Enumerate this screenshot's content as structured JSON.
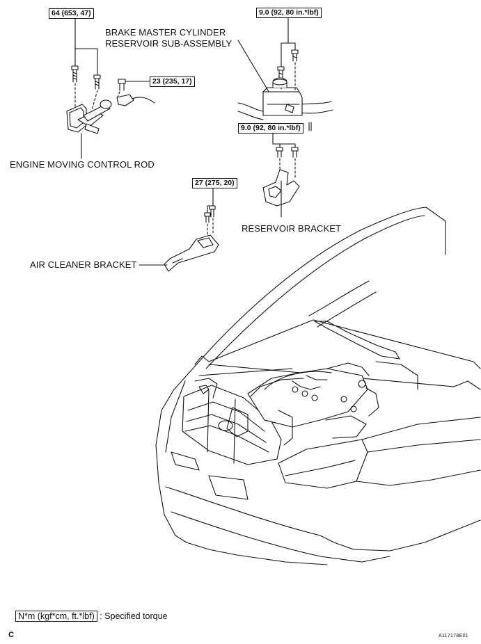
{
  "torque_specs": {
    "engine_rod_bolts": "64 (653, 47)",
    "engine_rod_nut": "23 (235, 17)",
    "reservoir_bolts": "9.0 (92, 80 in.*lbf)",
    "reservoir_bracket_bolts": "9.0 (92, 80 in.*lbf)",
    "air_cleaner_bolts": "27 (275, 20)"
  },
  "labels": {
    "brake_reservoir_line1": "BRAKE MASTER CYLINDER",
    "brake_reservoir_line2": "RESERVOIR SUB-ASSEMBLY",
    "engine_moving_control_rod": "ENGINE MOVING CONTROL ROD",
    "reservoir_bracket": "RESERVOIR BRACKET",
    "air_cleaner_bracket": "AIR CLEANER BRACKET"
  },
  "legend": {
    "unit_box": "N*m (kgf*cm, ft.*lbf)",
    "description": ": Specified torque"
  },
  "footer": {
    "corner_letter": "C",
    "figure_code": "A117178E01"
  },
  "colors": {
    "line": "#111111",
    "background": "#ffffff"
  }
}
